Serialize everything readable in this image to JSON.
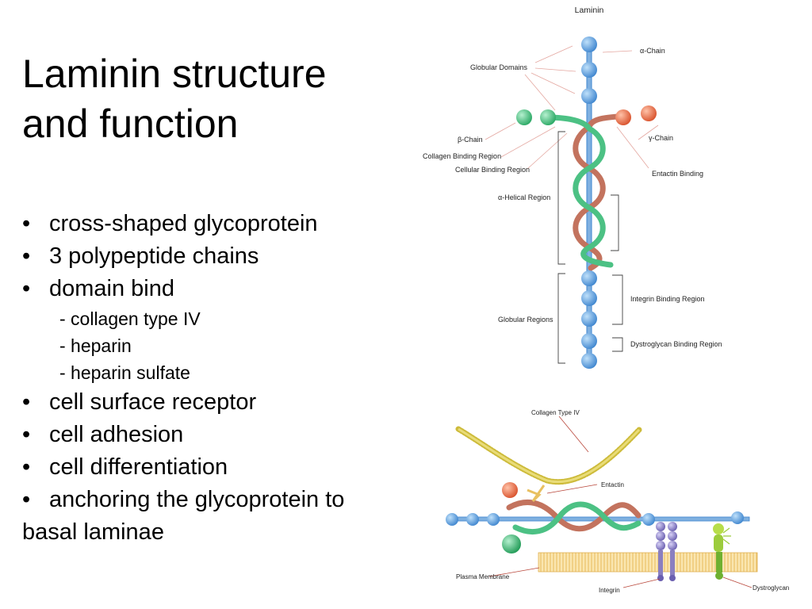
{
  "slide": {
    "title_line1": "Laminin structure",
    "title_line2": "and function",
    "bullet_symbol": "•",
    "bullets": [
      "cross-shaped glycoprotein",
      "3 polypeptide chains",
      "domain bind",
      "cell surface receptor",
      "cell adhesion",
      "cell differentiation",
      "anchoring the glycoprotein to"
    ],
    "sub_bullets": [
      "- collagen type IV",
      "- heparin",
      "- heparin sulfate"
    ],
    "continuation": "basal laminae"
  },
  "diagram_top": {
    "title": "Laminin",
    "labels": {
      "alpha_chain": "α-Chain",
      "globular_domains": "Globular Domains",
      "beta_chain": "β-Chain",
      "gamma_chain": "γ-Chain",
      "collagen_binding": "Collagen Binding Region",
      "cellular_binding": "Cellular Binding Region",
      "entactin_binding": "Entactin Binding",
      "alpha_helical": "α-Helical Region",
      "integrin_binding": "Integrin Binding Region",
      "globular_regions": "Globular Regions",
      "dystroglycan_binding": "Dystroglycan Binding Region"
    }
  },
  "diagram_bottom": {
    "labels": {
      "collagen_type_iv": "Collagen Type IV",
      "entactin": "Entactin",
      "plasma_membrane": "Plasma Membrane",
      "integrin": "Integrin",
      "dystroglycan": "Dystroglycan"
    }
  },
  "colors": {
    "alpha_blue": "#5b9bd5",
    "beta_green": "#3cb878",
    "gamma_red": "#e0603d",
    "helix_red": "#b86a55",
    "collagen_yellow": "#d4c24a",
    "membrane": "#f5d58a",
    "integrin_purple": "#8a7fc0",
    "dystroglycan_green": "#9ccc3c"
  }
}
